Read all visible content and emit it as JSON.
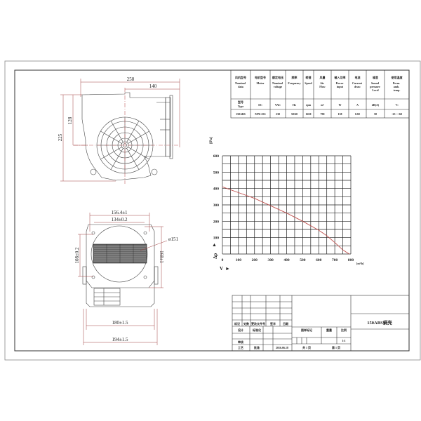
{
  "spec_table": {
    "headers": [
      {
        "cn": "风机型号",
        "en": "Nominal data"
      },
      {
        "cn": "电机型号",
        "en": "Motor"
      },
      {
        "cn": "额定电压",
        "en": "Nominal voltage"
      },
      {
        "cn": "频率",
        "en": "Frequency"
      },
      {
        "cn": "转速",
        "en": "Speed"
      },
      {
        "cn": "风量",
        "en": "Air Flow"
      },
      {
        "cn": "输入功率",
        "en": "Power input"
      },
      {
        "cn": "电流",
        "en": "Current draw"
      },
      {
        "cn": "噪音",
        "en": "Sound pressure Level"
      },
      {
        "cn": "使用温度",
        "en": "Perm. amb. temp."
      }
    ],
    "units_label": {
      "cn": "型号",
      "en": "Type"
    },
    "units": [
      "EC",
      "VAC",
      "Hz",
      "rpm",
      "m³",
      "W",
      "A",
      "dB(A)",
      "°C"
    ],
    "row": [
      "150ABS",
      "M76-25S",
      "230",
      "50/60",
      "1650",
      "790",
      "138",
      "0.82",
      "58",
      "-25 ~+60"
    ]
  },
  "dimensions": {
    "side": [
      "258",
      "140",
      "128",
      "225"
    ],
    "front": [
      "156.4±1",
      "134±0.2",
      "108±0.2",
      "168±1",
      "ø151",
      "180±1.5",
      "194±1.5"
    ]
  },
  "chart_data": {
    "type": "line",
    "ylabel": "Δp",
    "yunit": "[Pa]",
    "xlabel": "V",
    "xunit": "[m³/h]",
    "xlim": [
      0,
      800
    ],
    "ylim": [
      0,
      600
    ],
    "grid": true,
    "x_ticks": [
      "0",
      "100",
      "200",
      "300",
      "400",
      "500",
      "600",
      "700",
      "800"
    ],
    "y_ticks": [
      "100",
      "200",
      "300",
      "400",
      "500",
      "600"
    ],
    "x": [
      0,
      100,
      200,
      300,
      400,
      500,
      600,
      650,
      700,
      750,
      790
    ],
    "y": [
      410,
      375,
      340,
      295,
      250,
      200,
      145,
      112,
      70,
      25,
      0
    ],
    "line_color": "#c0504d"
  },
  "title_block": {
    "labels": [
      "标记",
      "处数",
      "更改文件号",
      "签字",
      "日期",
      "设计",
      "标准化",
      "审核",
      "工艺",
      "批准",
      "图样标记",
      "重量",
      "比例"
    ],
    "date": "2016.06.18",
    "scale": "1:1",
    "sheets": "共 1 页",
    "sheet": "第 1 页",
    "drawing_name": "150ABS蜗壳"
  }
}
